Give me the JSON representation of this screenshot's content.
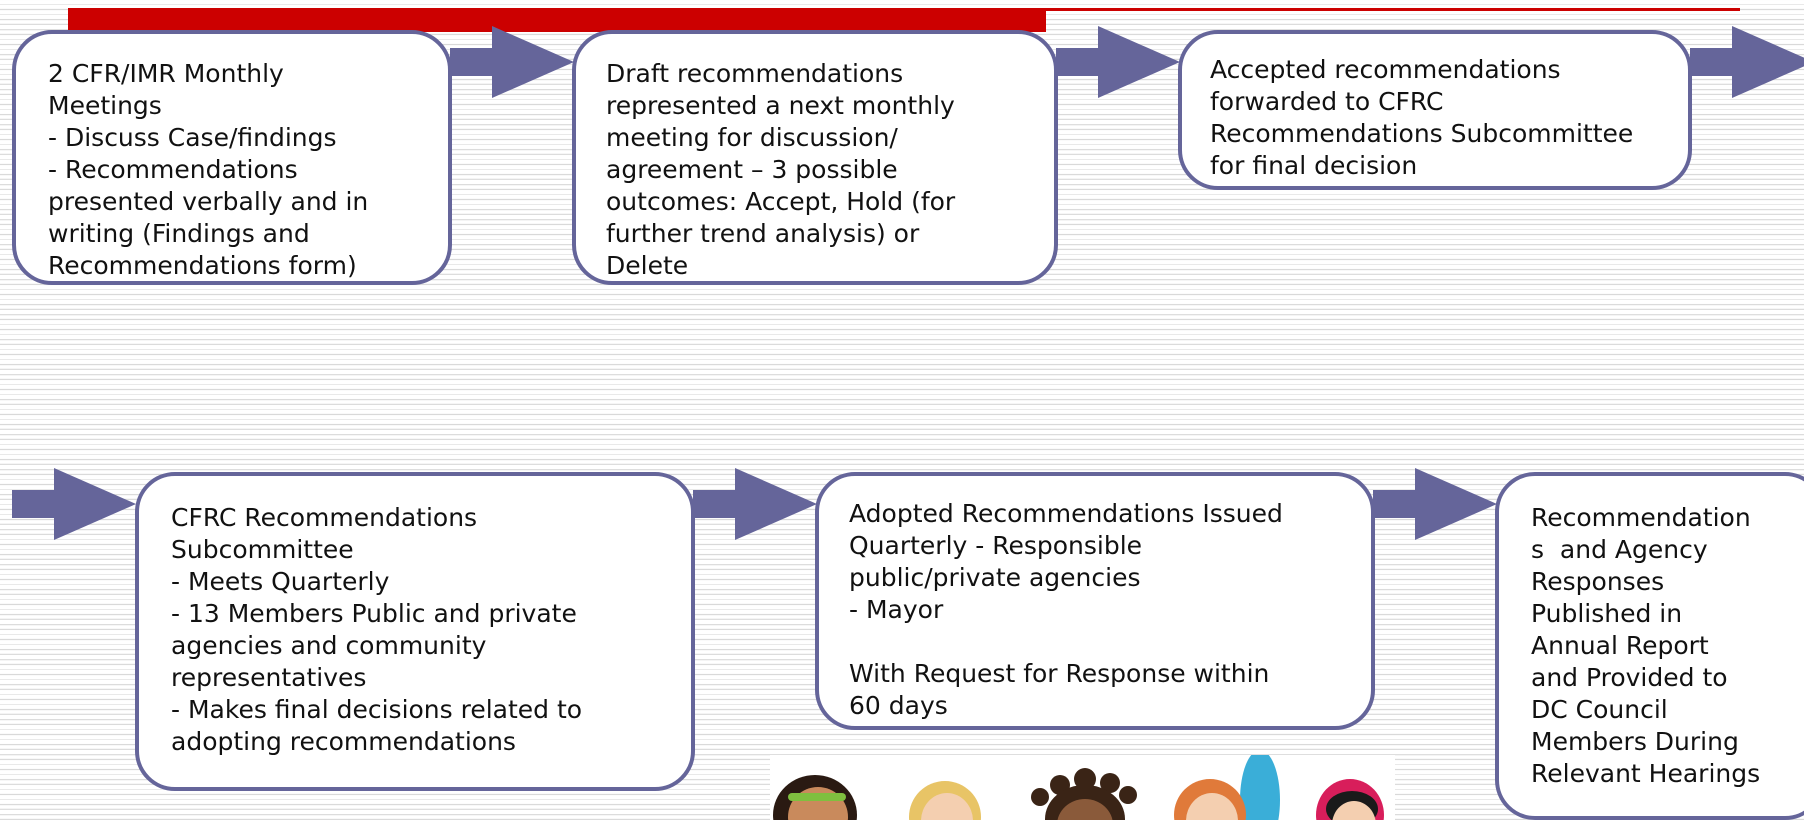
{
  "colors": {
    "accent_bar": "#cc0000",
    "box_border": "#65659a",
    "arrow_fill": "#65659a"
  },
  "boxes": {
    "b1": "2 CFR/IMR Monthly\nMeetings\n- Discuss Case/findings\n- Recommendations\npresented verbally and in\nwriting (Findings and\nRecommendations form)",
    "b2": "Draft recommendations\nrepresented a next monthly\nmeeting for discussion/\nagreement – 3 possible\noutcomes: Accept, Hold (for\nfurther trend analysis) or\nDelete",
    "b3": "Accepted recommendations\nforwarded to CFRC\nRecommendations Subcommittee\nfor final decision",
    "b4": "CFRC Recommendations\nSubcommittee\n- Meets Quarterly\n- 13 Members Public and private\nagencies and community\nrepresentatives\n- Makes final decisions related to\nadopting recommendations",
    "b5": "Adopted Recommendations Issued\nQuarterly - Responsible\npublic/private agencies\n- Mayor\n\nWith Request for Response within\n60 days",
    "b6": "Recommendation\ns  and Agency\nResponses\nPublished in\nAnnual Report\nand Provided to\nDC Council\nMembers During\nRelevant Hearings"
  },
  "icons": [
    "right-arrow-icon",
    "cartoon-people-illustration"
  ]
}
